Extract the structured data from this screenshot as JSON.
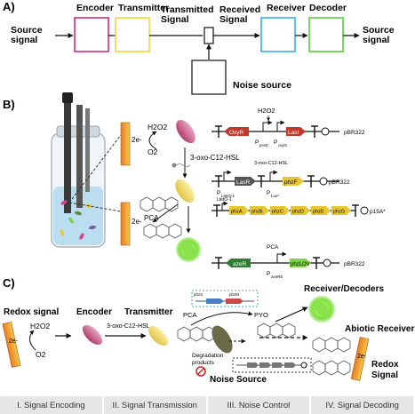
{
  "panel_a": {
    "label": "A)",
    "source_signal": [
      "Source",
      "signal"
    ],
    "encoder": "Encoder",
    "transmitter": "Transmitter",
    "transmitted_signal": [
      "Transmitted",
      "Signal"
    ],
    "received_signal": [
      "Received",
      "Signal"
    ],
    "receiver": "Receiver",
    "decoder": "Decoder",
    "output_signal": [
      "Source",
      "signal"
    ],
    "noise_source": "Noise source",
    "colors": {
      "encoder": "#d2468c",
      "transmitter": "#eedc4c",
      "receiver": "#4cb8e8",
      "decoder": "#6cd24c"
    }
  },
  "panel_b": {
    "label": "B)",
    "h2o2": "H2O2",
    "o2": "O2",
    "electron": "2e-",
    "hsl": "3-oxo-C12-HSL",
    "pca": "PCA",
    "plasmid1": "pBR322",
    "plasmid2": "pBR322",
    "plasmid3": "p15A*",
    "plasmid4": "pBR322",
    "c1_promoters": [
      "P",
      "proD",
      "P",
      "oxyS"
    ],
    "c1_genes": [
      "OxyR",
      "LasI"
    ],
    "c1_h2o2": "H2O2",
    "c2_promoters": [
      "P",
      "LtetO-1",
      "P",
      "Lux*"
    ],
    "c2_genes": [
      "LasR",
      "phzF"
    ],
    "c2_hsl": "3-oxo-C12-HSL",
    "c3_promoter": "LtetO-1",
    "c3_genes": [
      "phzA",
      "phzB",
      "phzC",
      "phzD",
      "phzE",
      "phzG"
    ],
    "c4_promoter": [
      "P",
      "azeR5"
    ],
    "c4_pca": "PCA",
    "c4_genes": [
      "azeR",
      "phzLOV"
    ]
  },
  "panel_c": {
    "label": "C)",
    "redox_signal": "Redox signal",
    "encoder": "Encoder",
    "transmitter": "Transmitter",
    "hsl": "3-oxo-C12-HSL",
    "h2o2": "H2O2",
    "o2": "O2",
    "electron": "2e-",
    "pca": "PCA",
    "pyo": "PYO",
    "degradation": [
      "Degradation",
      "products"
    ],
    "noise_source": "Noise Source",
    "receiver_decoders": "Receiver/Decoders",
    "abiotic_receiver": "Abiotic Receiver",
    "redox_signal_out": [
      "Redox",
      "Signal"
    ],
    "mini_genes": [
      "phzS",
      "phzM"
    ],
    "electron_out": "2e-"
  },
  "stages": [
    "I. Signal Encoding",
    "II. Signal Transmission",
    "III. Noise Control",
    "IV. Signal Decoding"
  ]
}
